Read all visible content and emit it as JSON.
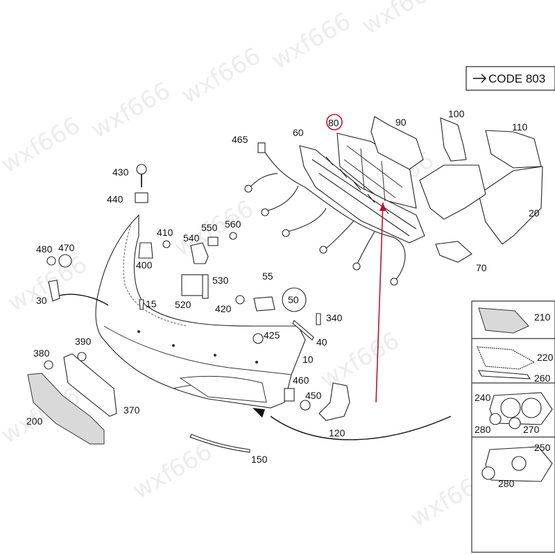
{
  "code_label": "CODE 803",
  "watermark": "wxf666",
  "highlight_color": "#c0112a",
  "part_numbers": {
    "p10": "10",
    "p15": "15",
    "p20": "20",
    "p30": "30",
    "p40": "40",
    "p50": "50",
    "p55": "55",
    "p60": "60",
    "p70": "70",
    "p80": "80",
    "p90": "90",
    "p100": "100",
    "p110": "110",
    "p120": "120",
    "p150": "150",
    "p200": "200",
    "p210": "210",
    "p220": "220",
    "p240": "240",
    "p250": "250",
    "p260": "260",
    "p270": "270",
    "p280a": "280",
    "p280b": "280",
    "p340": "340",
    "p370": "370",
    "p380": "380",
    "p390": "390",
    "p400": "400",
    "p410": "410",
    "p420": "420",
    "p425": "425",
    "p430": "430",
    "p440": "440",
    "p450": "450",
    "p460": "460",
    "p465": "465",
    "p470": "470",
    "p480": "480",
    "p520": "520",
    "p530": "530",
    "p540": "540",
    "p550": "550",
    "p560": "560"
  }
}
